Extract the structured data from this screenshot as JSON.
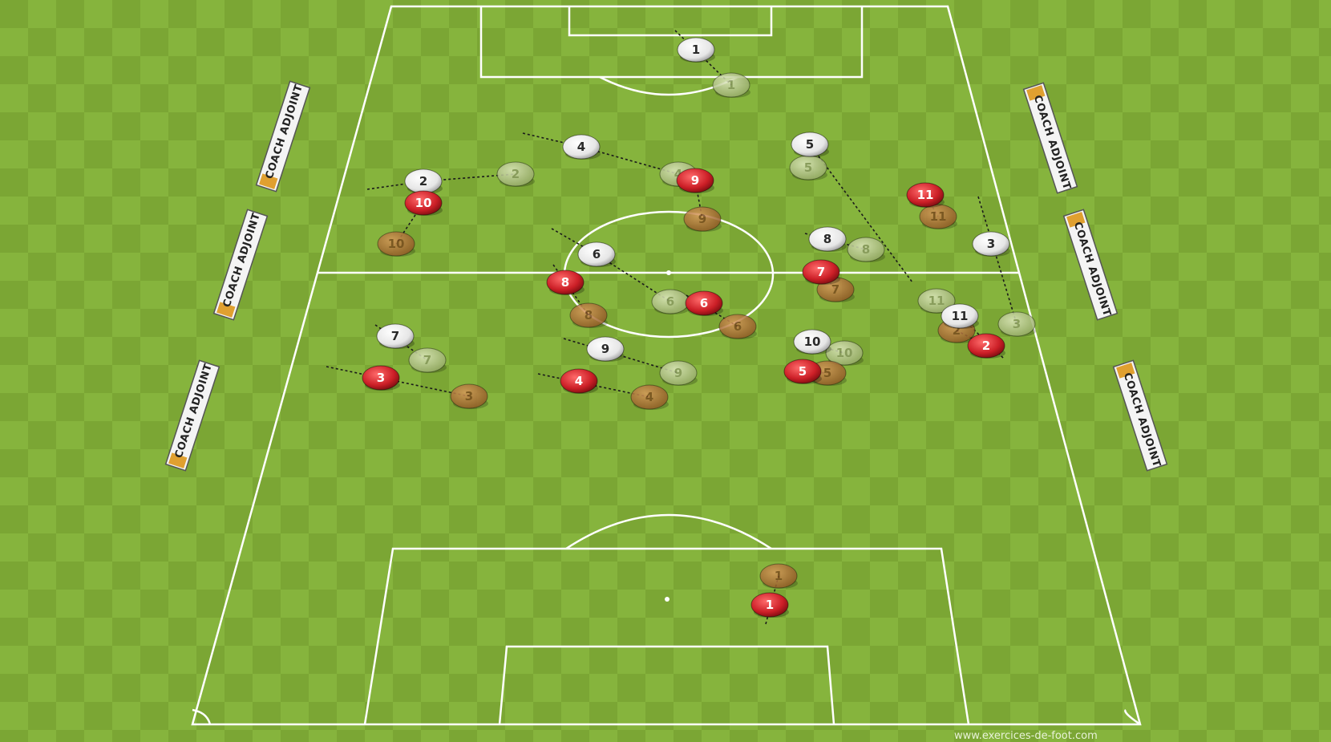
{
  "board_text": "COACH ADJOINT",
  "credit": "www.exercices-de-foot.com",
  "colors": {
    "grass_light": "#8ab840",
    "grass_dark": "#6f9a2e",
    "line": "#ffffff",
    "white_team": "#f2f2f2",
    "red_team": "#c8262c",
    "ghost_green": "#b9c98a",
    "ghost_orange": "#b5773b",
    "arrow": "#1a1a1a"
  },
  "white_team": [
    {
      "number": "1"
    },
    {
      "number": "2"
    },
    {
      "number": "4"
    },
    {
      "number": "5"
    },
    {
      "number": "6"
    },
    {
      "number": "8"
    },
    {
      "number": "3"
    },
    {
      "number": "7"
    },
    {
      "number": "9"
    },
    {
      "number": "10"
    },
    {
      "number": "11"
    }
  ],
  "white_team_previous": [
    {
      "number": "1"
    },
    {
      "number": "2"
    },
    {
      "number": "4"
    },
    {
      "number": "5"
    },
    {
      "number": "6"
    },
    {
      "number": "8"
    },
    {
      "number": "3"
    },
    {
      "number": "7"
    },
    {
      "number": "9"
    },
    {
      "number": "10"
    },
    {
      "number": "11"
    }
  ],
  "red_team": [
    {
      "number": "1"
    },
    {
      "number": "10"
    },
    {
      "number": "9"
    },
    {
      "number": "11"
    },
    {
      "number": "8"
    },
    {
      "number": "6"
    },
    {
      "number": "7"
    },
    {
      "number": "3"
    },
    {
      "number": "4"
    },
    {
      "number": "5"
    },
    {
      "number": "2"
    }
  ],
  "red_team_previous": [
    {
      "number": "1"
    },
    {
      "number": "10"
    },
    {
      "number": "9"
    },
    {
      "number": "11"
    },
    {
      "number": "8"
    },
    {
      "number": "6"
    },
    {
      "number": "7"
    },
    {
      "number": "3"
    },
    {
      "number": "4"
    },
    {
      "number": "5"
    },
    {
      "number": "2"
    }
  ]
}
